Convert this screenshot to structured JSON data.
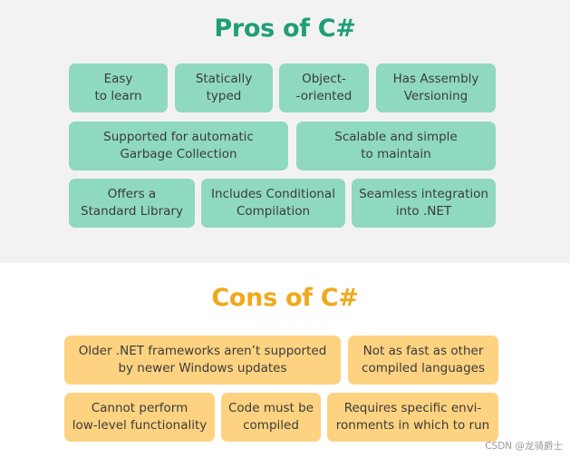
{
  "pros": {
    "title": "Pros of C#",
    "items": [
      "Easy\nto learn",
      "Statically\ntyped",
      "Object-\n-oriented",
      "Has Assembly\nVersioning",
      "Supported for automatic\nGarbage Collection",
      "Scalable and simple\nto maintain",
      "Offers a\nStandard Library",
      "Includes Conditional\nCompilation",
      "Seamless integration\ninto .NET"
    ]
  },
  "cons": {
    "title": "Cons of C#",
    "items": [
      "Older .NET frameworks aren’t supported\nby newer Windows updates",
      "Not as fast as other\ncompiled languages",
      "Cannot perform\nlow-level functionality",
      "Code must be\ncompiled",
      "Requires specific envi-\nronments in which to run"
    ]
  },
  "watermark": "CSDN @龙骑爵士",
  "colors": {
    "pros_title": "#1f9e76",
    "pros_card": "#8fd9c0",
    "cons_title": "#f0a91b",
    "cons_card": "#fdd280"
  }
}
